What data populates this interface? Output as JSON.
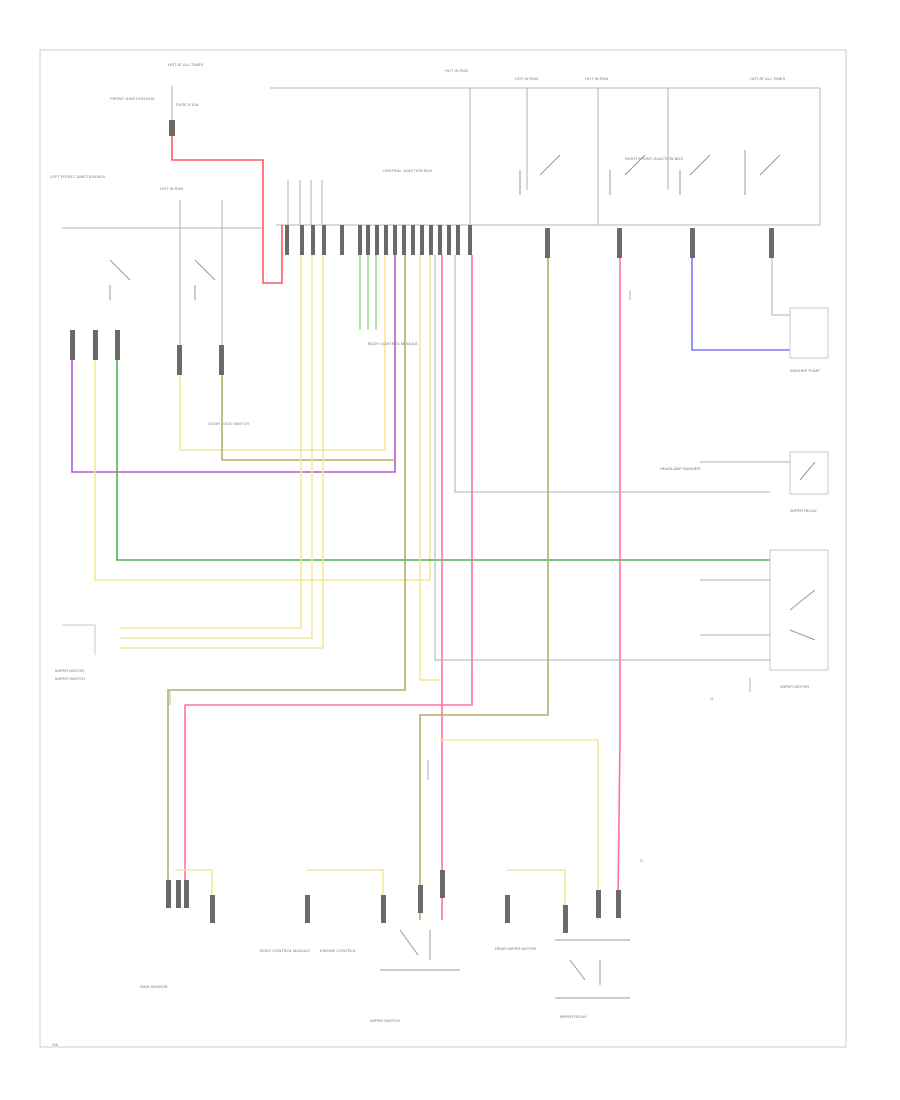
{
  "diagram": {
    "colors": {
      "red": "#ff5a5a",
      "pink": "#ff6fa8",
      "yellow": "#f4e79a",
      "green": "#52b152",
      "light_green": "#9ee08a",
      "purple": "#b25ad6",
      "blue": "#7a7aff",
      "olive": "#b7ad6a",
      "gray": "#b0b0b0"
    },
    "labels": {
      "hot_at_all_times_1": "HOT AT ALL TIMES",
      "hot_in_run_1": "HOT IN RUN",
      "hot_in_run_2": "HOT IN RUN",
      "hot_in_run_3": "HOT IN RUN",
      "hot_in_run_4": "HOT IN RUN",
      "hot_at_all_times_2": "HOT AT ALL TIMES",
      "fuse_top_left": "FUSE 8 10A",
      "junction_box_top_left": "FRONT JUNCTION BOX",
      "central_junction_box": "CENTRAL JUNCTION BOX",
      "left_junction_box": "LEFT FRONT JUNCTION BOX",
      "module_center": "BODY CONTROL MODULE",
      "right_relays": "RIGHT FRONT JUNCTION BOX",
      "bottom_left_connector": "WIPER MOTOR",
      "left_switch": "WIPER SWITCH",
      "lock_switch": "DOOR LOCK SWITCH",
      "motor_right_top": "WASHER PUMP",
      "motor_right_mid": "HEADLAMP WASHER",
      "relay_right_mid": "WIPER RELAY",
      "right_main": "WIPER MOTOR",
      "g_label_1": "G",
      "bottom_sensor": "RAIN SENSOR",
      "bottom_module_1": "BODY CONTROL MODULE",
      "bottom_module_2": "ENGINE CONTROL",
      "bottom_switch": "WIPER SWITCH",
      "bottom_right_module": "REAR WIPER MOTOR",
      "bottom_right_relay": "WIPER RELAY",
      "g_label_2": "G",
      "footer_code": "W8"
    }
  }
}
